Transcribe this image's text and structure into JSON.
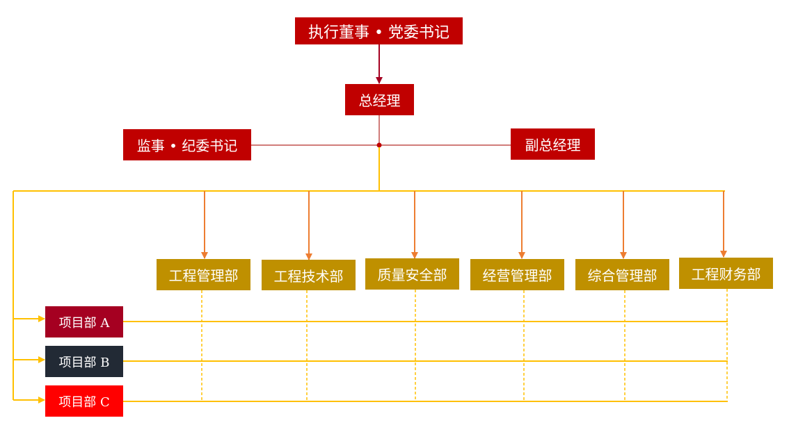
{
  "colors": {
    "exec": "#c00000",
    "dept": "#bf9000",
    "connector_red": "#c0504d",
    "arrow_dark": "#a50021",
    "line_gold": "#ffc000",
    "arrow_orange": "#ed7d31"
  },
  "executive": {
    "chairman": "执行董事 • 党委书记",
    "general_manager": "总经理",
    "supervisor": "监事 • 纪委书记",
    "deputy_gm": "副总经理"
  },
  "departments": [
    {
      "label": "工程管理部"
    },
    {
      "label": "工程技术部"
    },
    {
      "label": "质量安全部"
    },
    {
      "label": "经营管理部"
    },
    {
      "label": "综合管理部"
    },
    {
      "label": "工程财务部"
    }
  ],
  "projects": [
    {
      "label": "项目部 A",
      "color": "#a50021"
    },
    {
      "label": "项目部 B",
      "color": "#222a35"
    },
    {
      "label": "项目部 C",
      "color": "#ff0000"
    }
  ]
}
